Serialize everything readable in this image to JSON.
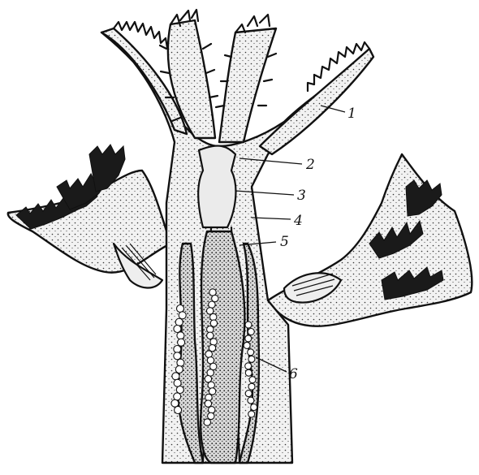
{
  "figure": {
    "labels": [
      {
        "id": "1",
        "text": "1"
      },
      {
        "id": "2",
        "text": "2"
      },
      {
        "id": "3",
        "text": "3"
      },
      {
        "id": "4",
        "text": "4"
      },
      {
        "id": "5",
        "text": "5"
      },
      {
        "id": "6",
        "text": "6"
      }
    ]
  }
}
